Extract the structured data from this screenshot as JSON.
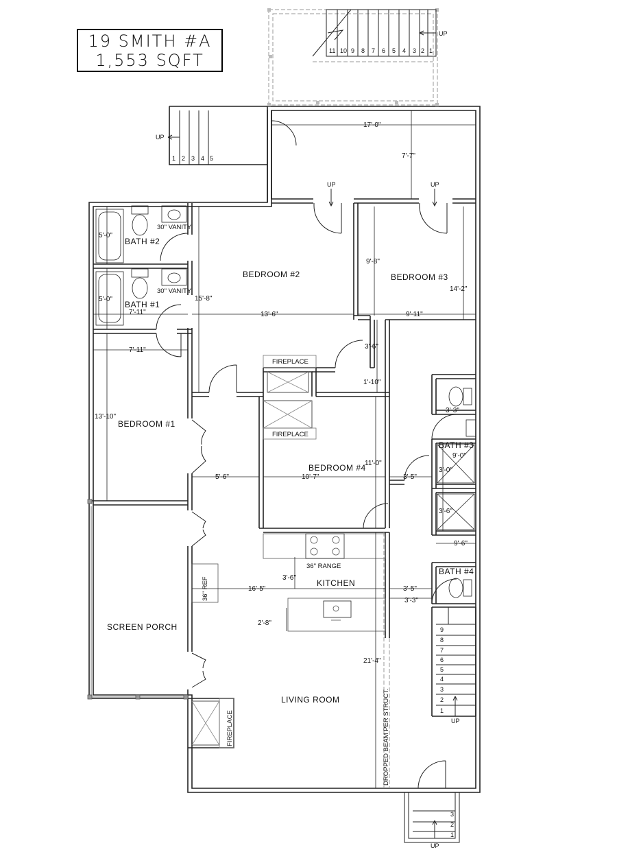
{
  "title": {
    "line1": "19 SMITH #A",
    "line2": "1,553 SQFT"
  },
  "rooms": {
    "bath2": "BATH #2",
    "bath1": "BATH #1",
    "bath3": "BATH #3",
    "bath4": "BATH #4",
    "bedroom1": "BEDROOM #1",
    "bedroom2": "BEDROOM #2",
    "bedroom3": "BEDROOM #3",
    "bedroom4": "BEDROOM #4",
    "kitchen": "KITCHEN",
    "screen_porch": "SCREEN PORCH",
    "living_room": "LIVING ROOM"
  },
  "fixtures": {
    "vanity": "30\" VANITY",
    "fireplace": "FIREPLACE",
    "range": "36\" RANGE",
    "ref": "36\" REF",
    "beam": "DROPPED BEAM PER STRUCT."
  },
  "dimensions": {
    "d17_0": "17'-0\"",
    "d7_7": "7'-7\"",
    "d5_0": "5'-0\"",
    "d15_8": "15'-8\"",
    "d9_8": "9'-8\"",
    "d14_2": "14'-2\"",
    "d7_11": "7'-11\"",
    "d13_6": "13'-6\"",
    "d9_11": "9'-11\"",
    "d3_6": "3'-6\"",
    "d1_10": "1'-10\"",
    "d13_10": "13'-10\"",
    "d3_3": "3'-3\"",
    "d9_0": "9'-0\"",
    "d11_0": "11'-0\"",
    "d5_6": "5'-6\"",
    "d10_7": "10'-7\"",
    "d3_5": "3'-5\"",
    "d3_0": "3'-0\"",
    "d9_6": "9'-6\"",
    "d16_5": "16'-5\"",
    "d2_8": "2'-8\"",
    "d21_4": "21'-4\""
  },
  "stairs": {
    "up": "UP",
    "top": [
      "11",
      "10",
      "9",
      "8",
      "7",
      "6",
      "5",
      "4",
      "3",
      "2",
      "1"
    ],
    "left": [
      "1",
      "2",
      "3",
      "4",
      "5"
    ],
    "right": [
      "9",
      "8",
      "7",
      "6",
      "5",
      "4",
      "3",
      "2",
      "1"
    ],
    "bottom": [
      "3",
      "2",
      "1"
    ]
  }
}
